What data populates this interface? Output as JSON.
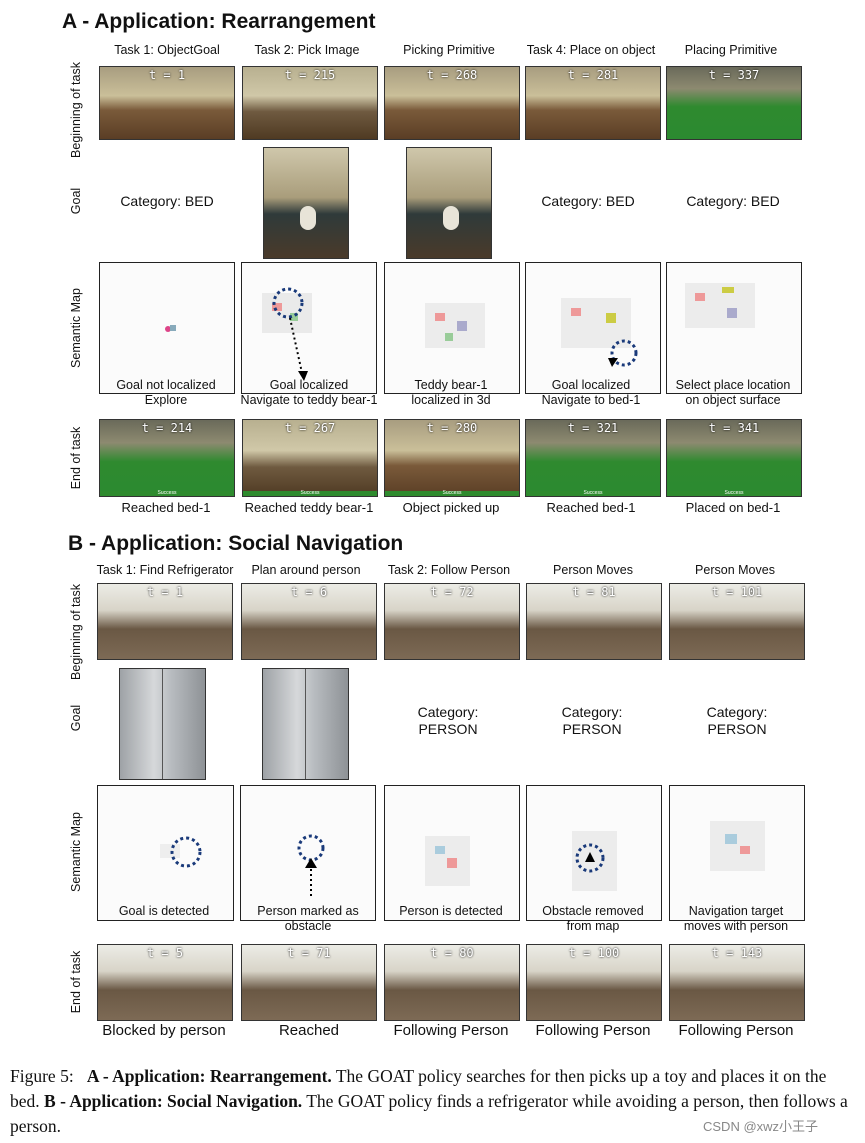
{
  "section_a": {
    "title": "A - Application: Rearrangement",
    "columns": [
      "Task 1: ObjectGoal",
      "Task 2: Pick Image",
      "Picking Primitive",
      "Task 4: Place on object",
      "Placing Primitive"
    ],
    "row_labels": [
      "Beginning of task",
      "Goal",
      "Semantic Map",
      "End of task"
    ],
    "begin_times": [
      "t = 1",
      "t = 215",
      "t = 268",
      "t = 281",
      "t = 337"
    ],
    "goals": [
      "Category: BED",
      "",
      "",
      "Category: BED",
      "Category: BED"
    ],
    "map_captions": [
      [
        "Goal not localized",
        "Explore"
      ],
      [
        "Goal localized",
        "Navigate to teddy bear-1"
      ],
      [
        "Teddy bear-1",
        "localized in 3d"
      ],
      [
        "Goal localized",
        "Navigate to bed-1"
      ],
      [
        "Select place location",
        "on object surface"
      ]
    ],
    "end_times": [
      "t = 214",
      "t = 267",
      "t = 280",
      "t = 321",
      "t = 341"
    ],
    "end_captions": [
      "Reached bed-1",
      "Reached teddy bear-1",
      "Object picked up",
      "Reached bed-1",
      "Placed on bed-1"
    ],
    "success_label": "Success"
  },
  "section_b": {
    "title": "B - Application: Social Navigation",
    "columns": [
      "Task 1: Find Refrigerator",
      "Plan around person",
      "Task 2: Follow Person",
      "Person Moves",
      "Person Moves"
    ],
    "row_labels": [
      "Beginning of task",
      "Goal",
      "Semantic Map",
      "End of task"
    ],
    "begin_times": [
      "t = 1",
      "t = 6",
      "t = 72",
      "t = 81",
      "t = 101"
    ],
    "goals": [
      "",
      "",
      [
        "Category:",
        "PERSON"
      ],
      [
        "Category:",
        "PERSON"
      ],
      [
        "Category:",
        "PERSON"
      ]
    ],
    "map_captions": [
      [
        "Goal is detected",
        ""
      ],
      [
        "Person marked as",
        "obstacle"
      ],
      [
        "Person is detected",
        ""
      ],
      [
        "Obstacle removed",
        "from map"
      ],
      [
        "Navigation target",
        "moves with person"
      ]
    ],
    "end_times": [
      "t = 5",
      "t = 71",
      "t = 80",
      "t = 100",
      "t = 143"
    ],
    "end_captions": [
      "Blocked by person",
      "Reached",
      "Following Person",
      "Following Person",
      "Following Person"
    ]
  },
  "caption": {
    "label": "Figure 5:",
    "a_bold": "A - Application: Rearrangement.",
    "a_text": " The GOAT policy searches for then picks up a toy and places it on the bed. ",
    "b_bold": "B - Application: Social Navigation.",
    "b_text": " The GOAT policy finds a refrigerator while avoiding a person, then follows a person."
  },
  "watermark": "CSDN @xwz小王子"
}
